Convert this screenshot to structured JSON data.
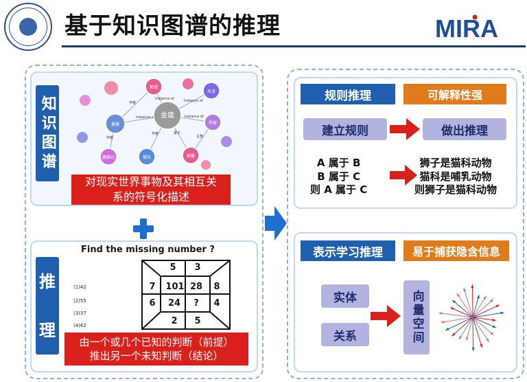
{
  "header": {
    "title": "基于知识图谱的推理",
    "brand": "MIRA",
    "brand_color": "#1f4f9a",
    "brand_dot_color": "#d9201b"
  },
  "left": {
    "kg": {
      "label": "知识图谱",
      "desc_line1": "对现实世界事物及其相互关",
      "desc_line2": "系的符号化描述",
      "graph": {
        "nodes": [
          {
            "id": "center",
            "label": "金庸"
          },
          {
            "id": "left",
            "label": "黄蓉"
          },
          {
            "id": "top",
            "label": "郭靖"
          },
          {
            "id": "right",
            "label": "天龙"
          },
          {
            "id": "right_top",
            "label": "作家"
          },
          {
            "id": "right_bottom",
            "label": "射雕"
          },
          {
            "id": "bottom",
            "label": "倚天"
          },
          {
            "id": "bottom_right",
            "label": "鹿鼎记"
          }
        ],
        "edge_labels": [
          "Instance of",
          "Instance of",
          "Instance of",
          "Instance of",
          "妻子",
          "作者",
          "作者",
          "作者",
          "主角"
        ]
      }
    },
    "reasoning": {
      "label_line1": "推",
      "label_line2": "理",
      "puzzle_title": "Find the missing number ?",
      "options": [
        "(1)42",
        "(2)55",
        "(3)37",
        "(4)62"
      ],
      "grid": {
        "top": [
          "5",
          "3"
        ],
        "middle1": [
          "7",
          "101",
          "28",
          "8"
        ],
        "middle2": [
          "6",
          "24",
          "?",
          "4"
        ],
        "bottom": [
          "2",
          "5"
        ]
      },
      "desc_line1": "由一个或几个已知的判断（前提）",
      "desc_line2": "推出另一个未知判断（结论）"
    }
  },
  "right": {
    "rule": {
      "title": "规则推理",
      "tag": "可解释性强",
      "box_left": "建立规则",
      "box_right": "做出推理",
      "premises": [
        "A 属于 B",
        "B 属于 C",
        "则 A 属于 C"
      ],
      "conclusions": [
        "狮子是猫科动物",
        "猫科是哺乳动物",
        "则狮子是猫科动物"
      ]
    },
    "repr": {
      "title": "表示学习推理",
      "tag": "易于捕获隐含信息",
      "box_entity": "实体",
      "box_relation": "关系",
      "vector_label": "向量空间"
    }
  },
  "colors": {
    "blue": "#1f5fae",
    "red": "#d9201b",
    "orange": "#e07b1c",
    "lavender": "#b3b3e0"
  }
}
